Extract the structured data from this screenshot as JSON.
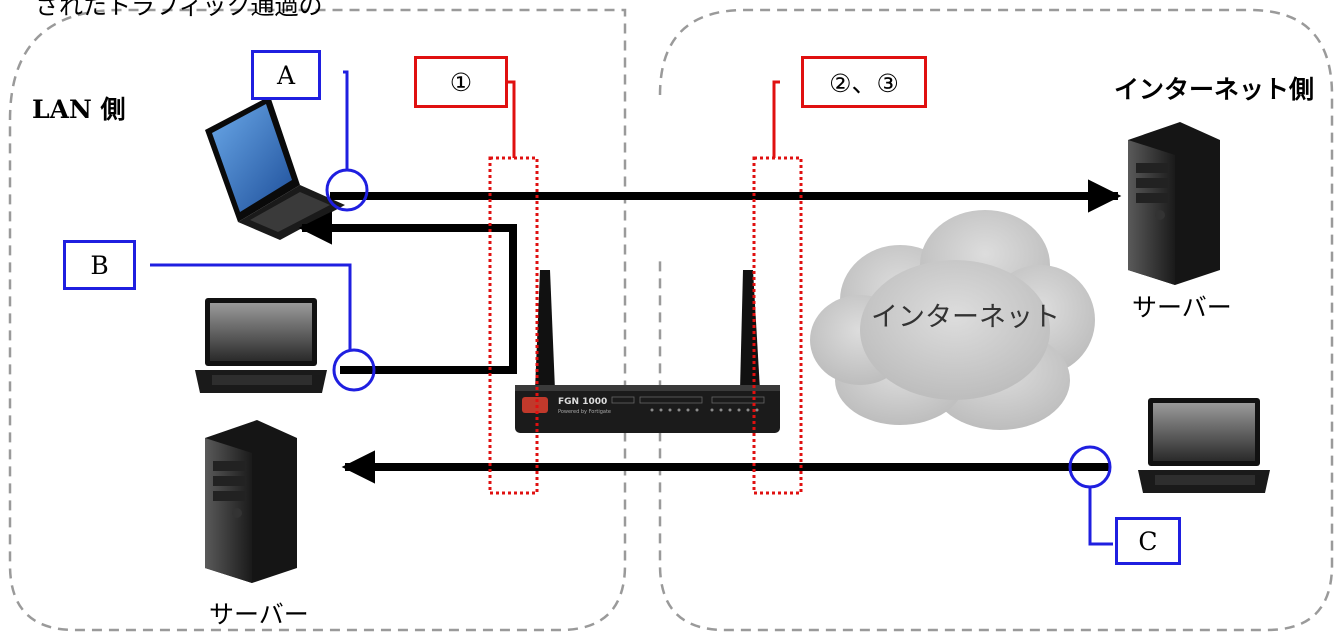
{
  "top_text": "されたトラフィック通過の",
  "zones": {
    "lan_title": "LAN 側",
    "internet_title": "インターネット側"
  },
  "labels": {
    "a": "A",
    "b": "B",
    "c": "C",
    "policy_1": "①",
    "policy_2_3": "②、③"
  },
  "cloud_label": "インターネット",
  "server_label_left": "サーバー",
  "server_label_right": "サーバー",
  "router": {
    "model": "FGN 1000",
    "subtitle": "Powered by Fortigate"
  },
  "colors": {
    "blue": "#1f1fe0",
    "red": "#e01010",
    "dashed_border": "#9a9a9a",
    "cloud": "#d0d0d0"
  }
}
